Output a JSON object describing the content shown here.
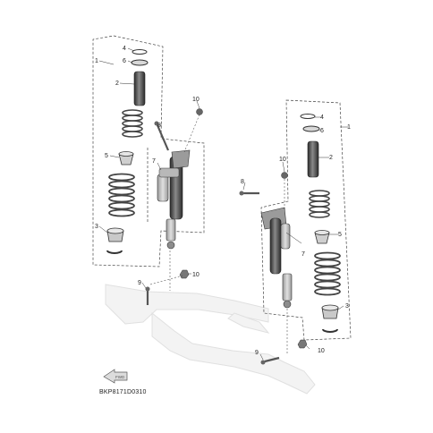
{
  "diagram_code": "BKP8171D0310",
  "arrow_label": "FWD",
  "callouts_left": [
    "1",
    "4",
    "6",
    "2",
    "8",
    "7",
    "5",
    "3",
    "10",
    "9",
    "10"
  ],
  "callouts_right": [
    "1",
    "4",
    "6",
    "2",
    "10",
    "8",
    "5",
    "7",
    "3",
    "10",
    "9"
  ],
  "colors": {
    "line": "#333333",
    "part_dark": "#3a3a3a",
    "part_light": "#bdbdbd",
    "frame": "#e6e6e6"
  }
}
